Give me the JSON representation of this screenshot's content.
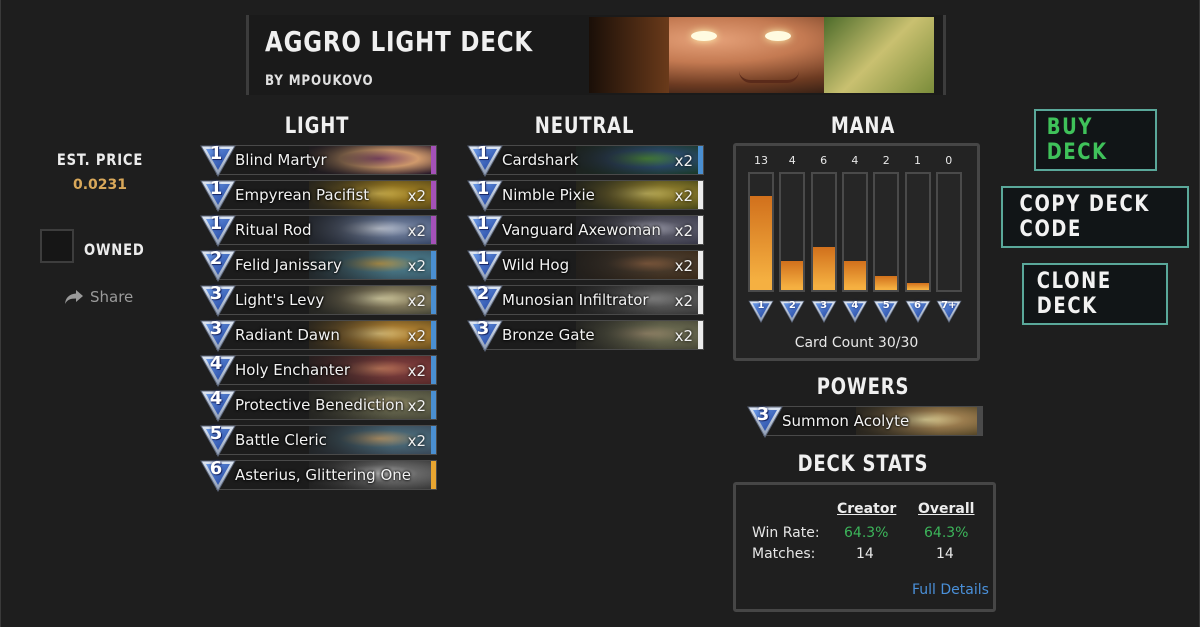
{
  "banner": {
    "title": "AGGRO LIGHT DECK",
    "author": "BY MPOUKOVO"
  },
  "left": {
    "est_price_label": "EST. PRICE",
    "est_price_value": "0.0231",
    "owned_label": "OWNED",
    "share_label": "Share"
  },
  "columns": {
    "light": "LIGHT",
    "neutral": "NEUTRAL",
    "mana": "MANA",
    "powers": "POWERS",
    "deck_stats": "DECK STATS"
  },
  "light_cards": [
    {
      "cost": "1",
      "name": "Blind Martyr",
      "qty": "",
      "stripe": "#a451b8",
      "art": [
        "#2a1a2a",
        "#8a4a6a",
        "#d9a070"
      ]
    },
    {
      "cost": "1",
      "name": "Empyrean Pacifist",
      "qty": "x2",
      "stripe": "#a451b8",
      "art": [
        "#5a4a1a",
        "#e0c050",
        "#9a7a20"
      ]
    },
    {
      "cost": "1",
      "name": "Ritual Rod",
      "qty": "x2",
      "stripe": "#a451b8",
      "art": [
        "#3a4a6a",
        "#d0d8e8",
        "#6a7a9a"
      ]
    },
    {
      "cost": "2",
      "name": "Felid Janissary",
      "qty": "x2",
      "stripe": "#4a8fd1",
      "art": [
        "#3a5a6a",
        "#c0a050",
        "#4a7a8a"
      ]
    },
    {
      "cost": "3",
      "name": "Light's Levy",
      "qty": "x2",
      "stripe": "#4a8fd1",
      "art": [
        "#4a4a3a",
        "#e8e0b0",
        "#8a8060"
      ]
    },
    {
      "cost": "3",
      "name": "Radiant Dawn",
      "qty": "x2",
      "stripe": "#4a8fd1",
      "art": [
        "#6a5020",
        "#f0d080",
        "#b08030"
      ]
    },
    {
      "cost": "4",
      "name": "Holy Enchanter",
      "qty": "x2",
      "stripe": "#4a8fd1",
      "art": [
        "#5a2a2a",
        "#d08060",
        "#7a3a3a"
      ]
    },
    {
      "cost": "4",
      "name": "Protective Benediction",
      "qty": "x2",
      "stripe": "#4a8fd1",
      "art": [
        "#4a4a3a",
        "#c0b080",
        "#6a6a50"
      ]
    },
    {
      "cost": "5",
      "name": "Battle Cleric",
      "qty": "x2",
      "stripe": "#4a8fd1",
      "art": [
        "#3a4a5a",
        "#c0a070",
        "#4a6a7a"
      ]
    },
    {
      "cost": "6",
      "name": "Asterius, Glittering One",
      "qty": "",
      "stripe": "#e8a530",
      "art": [
        "#3a3a3a",
        "#d0d0d0",
        "#6a6a6a"
      ]
    }
  ],
  "neutral_cards": [
    {
      "cost": "1",
      "name": "Cardshark",
      "qty": "x2",
      "stripe": "#4a8fd1",
      "art": [
        "#1a3a2a",
        "#4a8a3a",
        "#2a4a6a"
      ]
    },
    {
      "cost": "1",
      "name": "Nimble Pixie",
      "qty": "x2",
      "stripe": "#ececec",
      "art": [
        "#4a4a1a",
        "#d0c060",
        "#8a7a2a"
      ]
    },
    {
      "cost": "1",
      "name": "Vanguard Axewoman",
      "qty": "x2",
      "stripe": "#ececec",
      "art": [
        "#3a3a4a",
        "#b0b0c0",
        "#5a5a6a"
      ]
    },
    {
      "cost": "1",
      "name": "Wild Hog",
      "qty": "x2",
      "stripe": "#ececec",
      "art": [
        "#3a2a1a",
        "#8a6040",
        "#4a3a2a"
      ]
    },
    {
      "cost": "2",
      "name": "Munosian Infiltrator",
      "qty": "x2",
      "stripe": "#ececec",
      "art": [
        "#3a3a3a",
        "#909090",
        "#5a5a5a"
      ]
    },
    {
      "cost": "3",
      "name": "Bronze Gate",
      "qty": "x2",
      "stripe": "#ececec",
      "art": [
        "#4a4a3a",
        "#a09070",
        "#6a6a50"
      ]
    }
  ],
  "mana": {
    "counts": [
      "13",
      "4",
      "6",
      "4",
      "2",
      "1",
      "0"
    ],
    "values": [
      13,
      4,
      6,
      4,
      2,
      1,
      0
    ],
    "max": 16,
    "labels": [
      "1",
      "2",
      "3",
      "4",
      "5",
      "6",
      "7+"
    ],
    "card_count": "Card Count 30/30",
    "fill_color": "#e8902c"
  },
  "powers": [
    {
      "cost": "3",
      "name": "Summon Acolyte",
      "stripe": "#4a4a4a",
      "art": [
        "#5a4a2a",
        "#f0e0a0",
        "#a08050"
      ]
    }
  ],
  "stats": {
    "creator_head": "Creator",
    "overall_head": "Overall",
    "win_rate_label": "Win Rate:",
    "matches_label": "Matches:",
    "creator_win_rate": "64.3%",
    "overall_win_rate": "64.3%",
    "creator_matches": "14",
    "overall_matches": "14",
    "full_details": "Full Details"
  },
  "buttons": {
    "buy": "BUY DECK",
    "copy": "COPY DECK CODE",
    "clone": "CLONE DECK"
  },
  "colors": {
    "buy_text": "#3fc25a",
    "button_border": "#5aa89a",
    "gem_blue": "#3a6ec8"
  }
}
